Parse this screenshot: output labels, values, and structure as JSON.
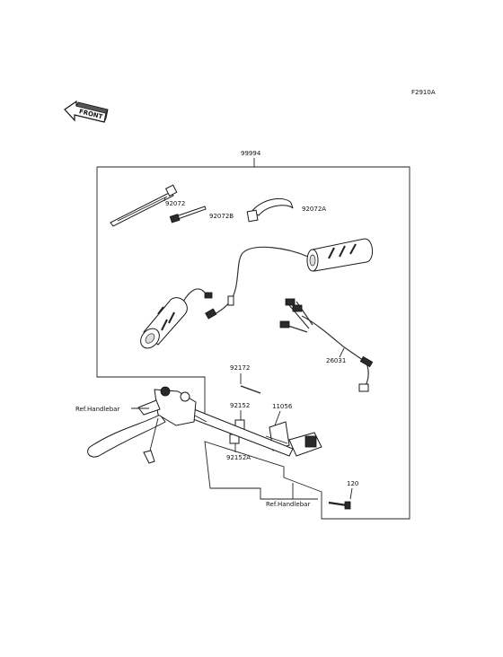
{
  "figure_code": "F2910A",
  "front_arrow_text": "FRONT",
  "parts": {
    "kit": "99994",
    "tie_a": "92072",
    "tie_b": "92072B",
    "band": "92072A",
    "harness": "26031",
    "screw_top": "92172",
    "spacer": "92152",
    "spacer_a": "92152A",
    "switch": "11056",
    "bolt": "120"
  },
  "refs": {
    "handlebar_left": "Ref.Handlebar",
    "handlebar_bottom": "Ref.Handlebar"
  }
}
